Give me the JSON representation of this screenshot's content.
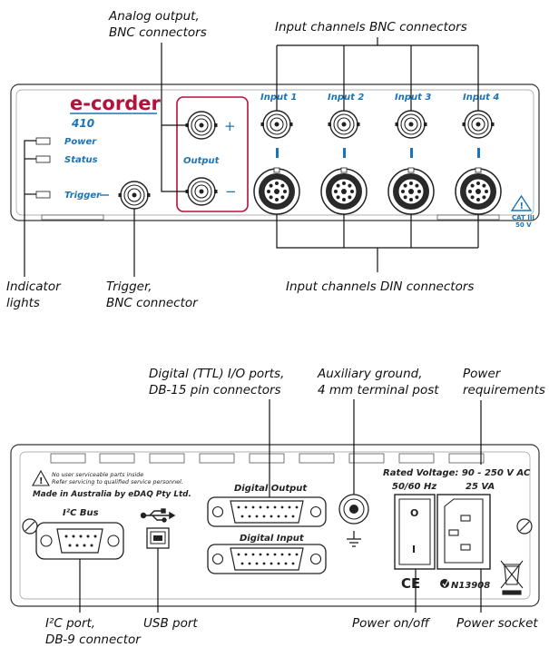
{
  "callouts": {
    "analog_output_1": "Analog output,",
    "analog_output_2": "BNC connectors",
    "input_bnc": "Input channels BNC connectors",
    "indicator_1": "Indicator",
    "indicator_2": "lights",
    "trigger_1": "Trigger,",
    "trigger_2": "BNC connector",
    "input_din": "Input channels DIN connectors",
    "digital_io_1": "Digital (TTL) I/O ports,",
    "digital_io_2": "DB-15 pin connectors",
    "aux_ground_1": "Auxiliary ground,",
    "aux_ground_2": "4 mm terminal post",
    "power_req_1": "Power",
    "power_req_2": "requirements",
    "i2c_port_1": "I²C port,",
    "i2c_port_2": "DB-9 connector",
    "usb_port": "USB port",
    "power_onoff": "Power on/off",
    "power_socket": "Power socket"
  },
  "front_panel": {
    "logo": "e-corder",
    "model": "410",
    "power_label": "Power",
    "status_label": "Status",
    "trigger_label": "Trigger",
    "output_label": "Output",
    "plus": "+",
    "minus": "−",
    "inputs": [
      "Input 1",
      "Input 2",
      "Input 3",
      "Input 4"
    ],
    "cat_line1": "CAT III",
    "cat_line2": "50 V"
  },
  "rear_panel": {
    "warning_1": "No user serviceable parts inside",
    "warning_2": "Refer servicing to qualified service personnel.",
    "made_in": "Made in Australia by eDAQ Pty Ltd.",
    "digital_output": "Digital Output",
    "digital_input": "Digital Input",
    "i2c_bus": "I²C Bus",
    "rated_voltage": "Rated Voltage: 90 - 250 V AC",
    "frequency": "50/60 Hz",
    "power_va": "25 VA",
    "switch_off": "O",
    "switch_on": "I",
    "ce_mark": "CE",
    "ctick": "N13908"
  },
  "colors": {
    "accent_blue": "#1a74b8",
    "output_box_red": "#b3123a"
  }
}
